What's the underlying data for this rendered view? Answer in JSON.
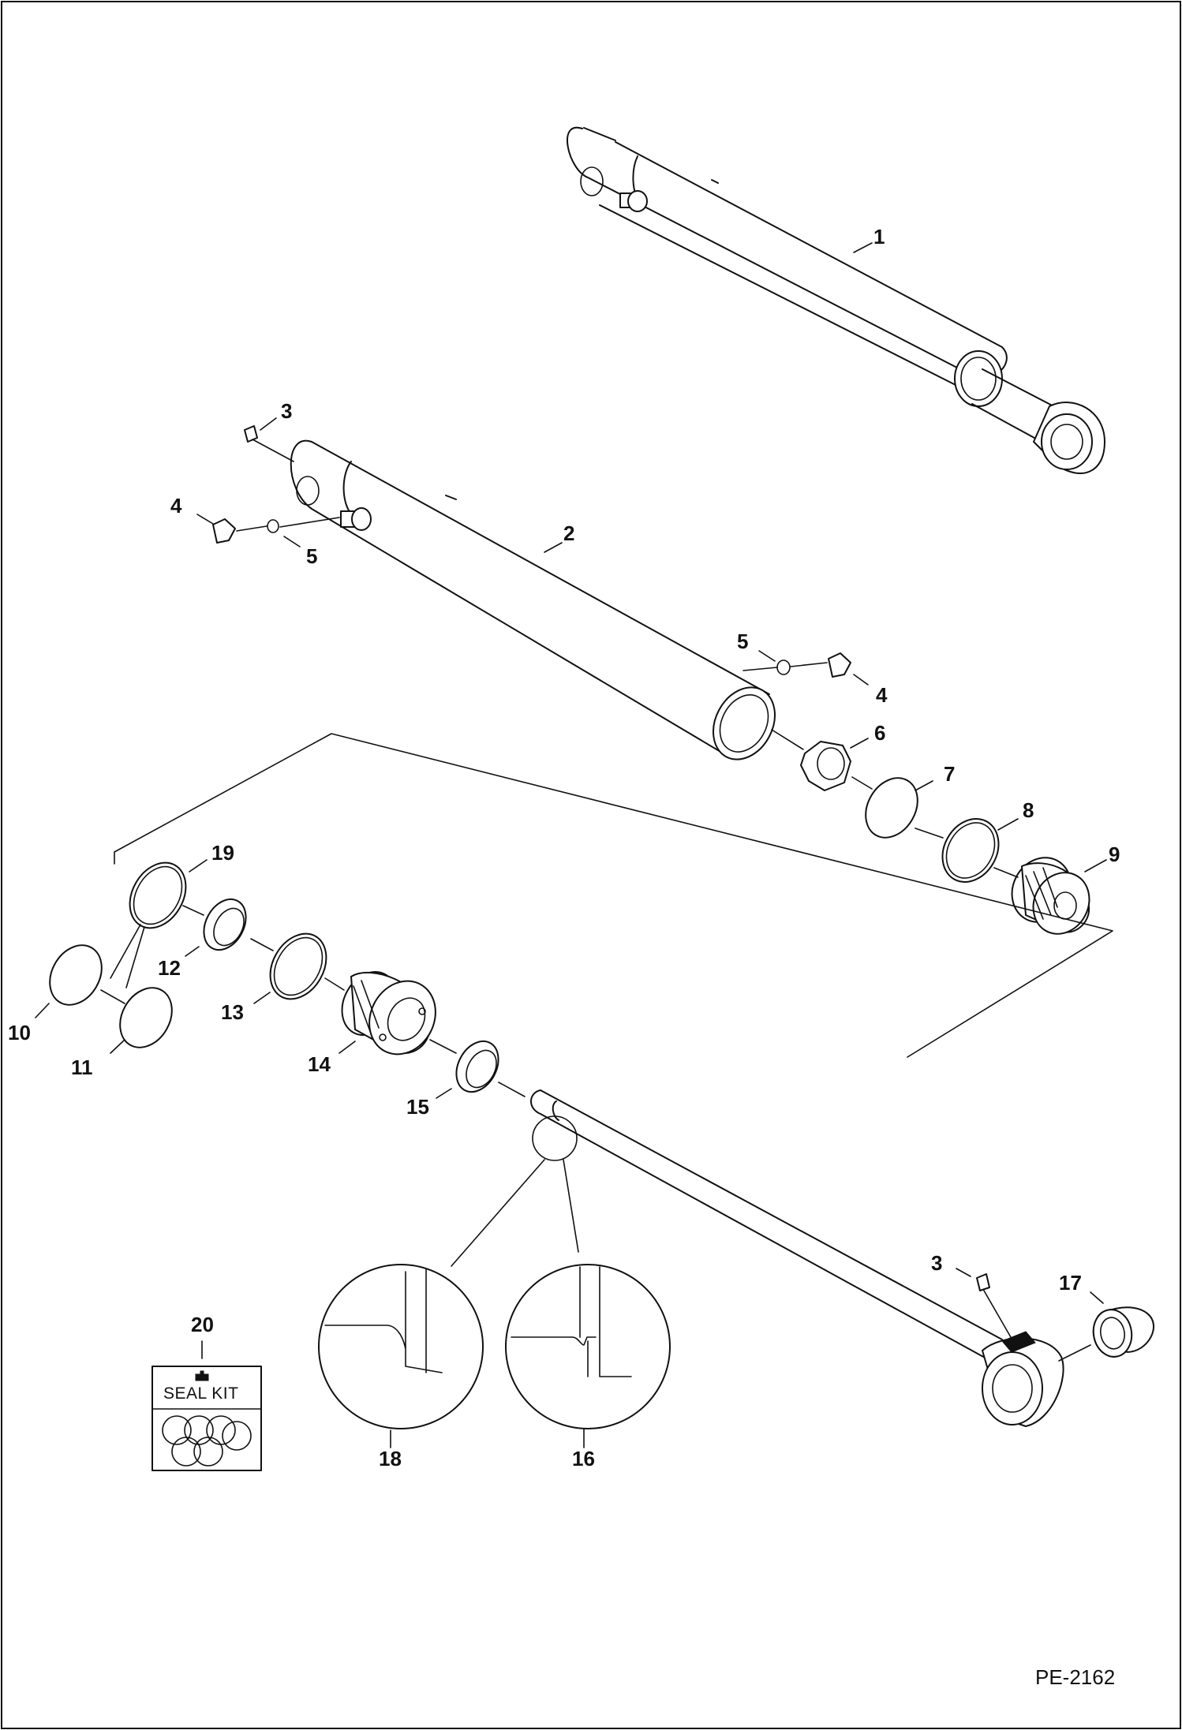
{
  "callouts": {
    "c1": "1",
    "c2": "2",
    "c3a": "3",
    "c3b": "3",
    "c4a": "4",
    "c4b": "4",
    "c5a": "5",
    "c5b": "5",
    "c6": "6",
    "c7": "7",
    "c8": "8",
    "c9": "9",
    "c10": "10",
    "c11": "11",
    "c12": "12",
    "c13": "13",
    "c14": "14",
    "c15": "15",
    "c16": "16",
    "c17": "17",
    "c18": "18",
    "c19": "19",
    "c20": "20"
  },
  "seal_kit_label": "SEAL KIT",
  "document_id": "PE-2162"
}
